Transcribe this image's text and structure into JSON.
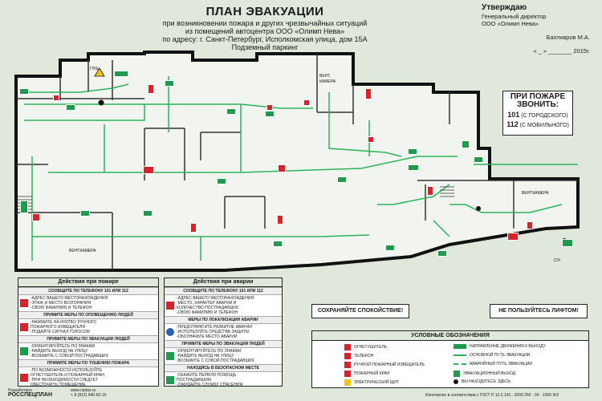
{
  "header": {
    "title": "ПЛАН ЭВАКУАЦИИ",
    "line1": "при возникновении пожара и других чрезвычайных ситуаций",
    "line2": "из помещений автоцентра ООО «Олимп Нева»",
    "line3": "по адресу: г. Санкт-Петербург, Исполкомская улица, дом 15А",
    "line4": "Подземный паркинг"
  },
  "approval": {
    "heading": "Утверждаю",
    "role": "Генеральный директор",
    "org": "ООО «Олимп Нева»",
    "signer": "Бахтиаров М.А.",
    "date": "« _ »  _______  2015г."
  },
  "phone": {
    "heading_1": "ПРИ ПОЖАРЕ",
    "heading_2": "ЗВОНИТЬ:",
    "n1": "101",
    "n1_note": "(С ГОРОДСКОГО)",
    "n2": "112",
    "n2_note": "(С МОБИЛЬНОГО)"
  },
  "rooms": {
    "grsh": "ГРЩ",
    "vent1": "ВЕНТ.",
    "vent1b": "КАМЕРА",
    "ventkamera_left": "ВЕНТКАМЕРА",
    "ventkamera_right": "ВЕНТКАМЕРА",
    "su": "С/У"
  },
  "fire_panel": {
    "title": "Действия при пожаре",
    "s1": "СООБЩИТЕ ПО ТЕЛЕФОНУ 101 ИЛИ 112",
    "s1_items": [
      "-АДРЕС ВАШЕГО МЕСТОНАХОЖДЕНИЯ",
      "-ЭТАЖ И МЕСТО ВОЗГОРАНИЯ",
      "-СВОЮ ФАМИЛИЮ И ТЕЛЕФОН"
    ],
    "s2": "ПРИМИТЕ МЕРЫ ПО ОПОВЕЩЕНИЮ ЛЮДЕЙ",
    "s2_items": [
      "-НАЖМИТЕ НА КНОПКУ РУЧНОГО",
      "ПОЖАРНОГО ИЗВЕЩАТЕЛЯ",
      "-ПОДАЙТЕ СИГНАЛ ГОЛОСОМ"
    ],
    "s3": "ПРИМИТЕ МЕРЫ ПО ЭВАКУАЦИИ ЛЮДЕЙ",
    "s3_items": [
      "-ОРИЕНТИРУЙТЕСЬ ПО ЗНАКАМ",
      "-НАЙДИТЕ ВЫХОД НА УЛИЦУ",
      "-ВОЗЬМИТЕ С СОБОЙ ПОСТРАДАВШИХ"
    ],
    "s4": "ПРИМИТЕ МЕРЫ ПО ТУШЕНИЮ ПОЖАРА",
    "s4_items": [
      "-ПО ВОЗМОЖНОСТИ ИСПОЛЬЗУЙТЕ",
      "ОГНЕТУШИТЕЛЬ И ПОЖАРНЫЙ КРАН",
      "-ПРИ НЕОБХОДИМОСТИ СЛЕДУЕТ",
      "ОБЕСТОЧИТЬ ПОМЕЩЕНИЕ"
    ]
  },
  "accident_panel": {
    "title": "Действия при аварии",
    "s1": "СООБЩИТЕ ПО ТЕЛЕФОНУ 101 ИЛИ 112",
    "s1_items": [
      "-АДРЕС ВАШЕГО МЕСТОНАХОЖДЕНИЯ",
      "-МЕСТО, ХАРАКТЕР АВАРИИ И",
      "КОЛИЧЕСТВО ПОСТРАДАВШИХ",
      "-СВОЮ ФАМИЛИЮ И ТЕЛЕФОН"
    ],
    "s2": "МЕРЫ ПО ЛОКАЛИЗАЦИИ АВАРИИ",
    "s2_items": [
      "-ПРЕДОТВРАТИТЕ РАЗВИТИЕ АВАРИИ",
      "-ИСПОЛЬЗУЙТЕ СРЕДСТВА ЗАЩИТЫ",
      "-ОБОЗНАЧЬТЕ МЕСТО АВАРИИ"
    ],
    "s3": "ПРИМИТЕ МЕРЫ ПО ЭВАКУАЦИИ ЛЮДЕЙ",
    "s3_items": [
      "-ОРИЕНТИРУЙТЕСЬ ПО ЗНАКАМ",
      "-НАЙДИТЕ ВЫХОД НА УЛИЦУ",
      "-ВОЗЬМИТЕ С СОБОЙ ПОСТРАДАВШИХ"
    ],
    "s4": "НАХОДЯСЬ В БЕЗОПАСНОМ МЕСТЕ",
    "s4_items": [
      "-ОКАЖИТЕ ПЕРВУЮ ПОМОЩЬ",
      "ПОСТРАДАВШИМ",
      "-ОЖИДАЙТЕ СЛУЖБУ СПАСЕНИЯ"
    ]
  },
  "banners": {
    "calm": "СОХРАНЯЙТЕ СПОКОЙСТВИЕ!",
    "no_lift": "НЕ ПОЛЬЗУЙТЕСЬ ЛИФТОМ!"
  },
  "legend": {
    "title": "УСЛОВНЫЕ ОБОЗНАЧЕНИЯ",
    "items_left": [
      "ОГНЕТУШИТЕЛЬ",
      "ТЕЛЕФОН",
      "РУЧНОЙ ПОЖАРНЫЙ ИЗВЕЩАТЕЛЬ",
      "ПОЖАРНЫЙ КРАН",
      "ЭЛЕКТРИЧЕСКИЙ ЩИТ"
    ],
    "items_right": [
      "НАПРАВЛЕНИЕ ДВИЖЕНИЯ К ВЫХОДУ",
      "ОСНОВНОЙ ПУТЬ ЭВАКУАЦИИ",
      "АВАРИЙНЫЙ ПУТЬ ЭВАКУАЦИИ",
      "ЭВАКУАЦИОННЫЙ ВЫХОД",
      "ВЫ НАХОДИТЕСЬ ЗДЕСЬ"
    ]
  },
  "footer": {
    "dev": "Разработано",
    "brand": "РОССПЕЦПЛАН",
    "site": "www.rsplan.ru",
    "tel": "т. 8 (812) 640-65-15",
    "gost": "Изготовлен в соответствии с ГОСТ Р 12.2.143 - 2009 250 - 34 - 1500 ЖЗ"
  },
  "colors": {
    "background": "#dfe8da",
    "exit_green": "#1f9b4e",
    "fire_red": "#d8232a",
    "route_green": "#2bb35a"
  }
}
